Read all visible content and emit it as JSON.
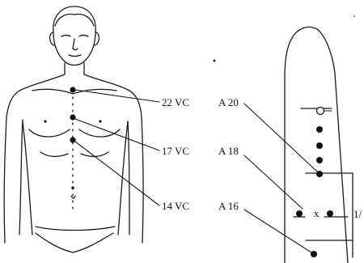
{
  "body_points": [
    {
      "id": "22vc",
      "label": "22 VC"
    },
    {
      "id": "17vc",
      "label": "17 VC"
    },
    {
      "id": "14vc",
      "label": "14 VC"
    }
  ],
  "finger_points": [
    {
      "id": "a20",
      "label": "A 20"
    },
    {
      "id": "a18",
      "label": "A 18"
    },
    {
      "id": "a16",
      "label": "A 16"
    }
  ],
  "finger_marks": {
    "cross": "x",
    "cropped_label": "1/"
  }
}
